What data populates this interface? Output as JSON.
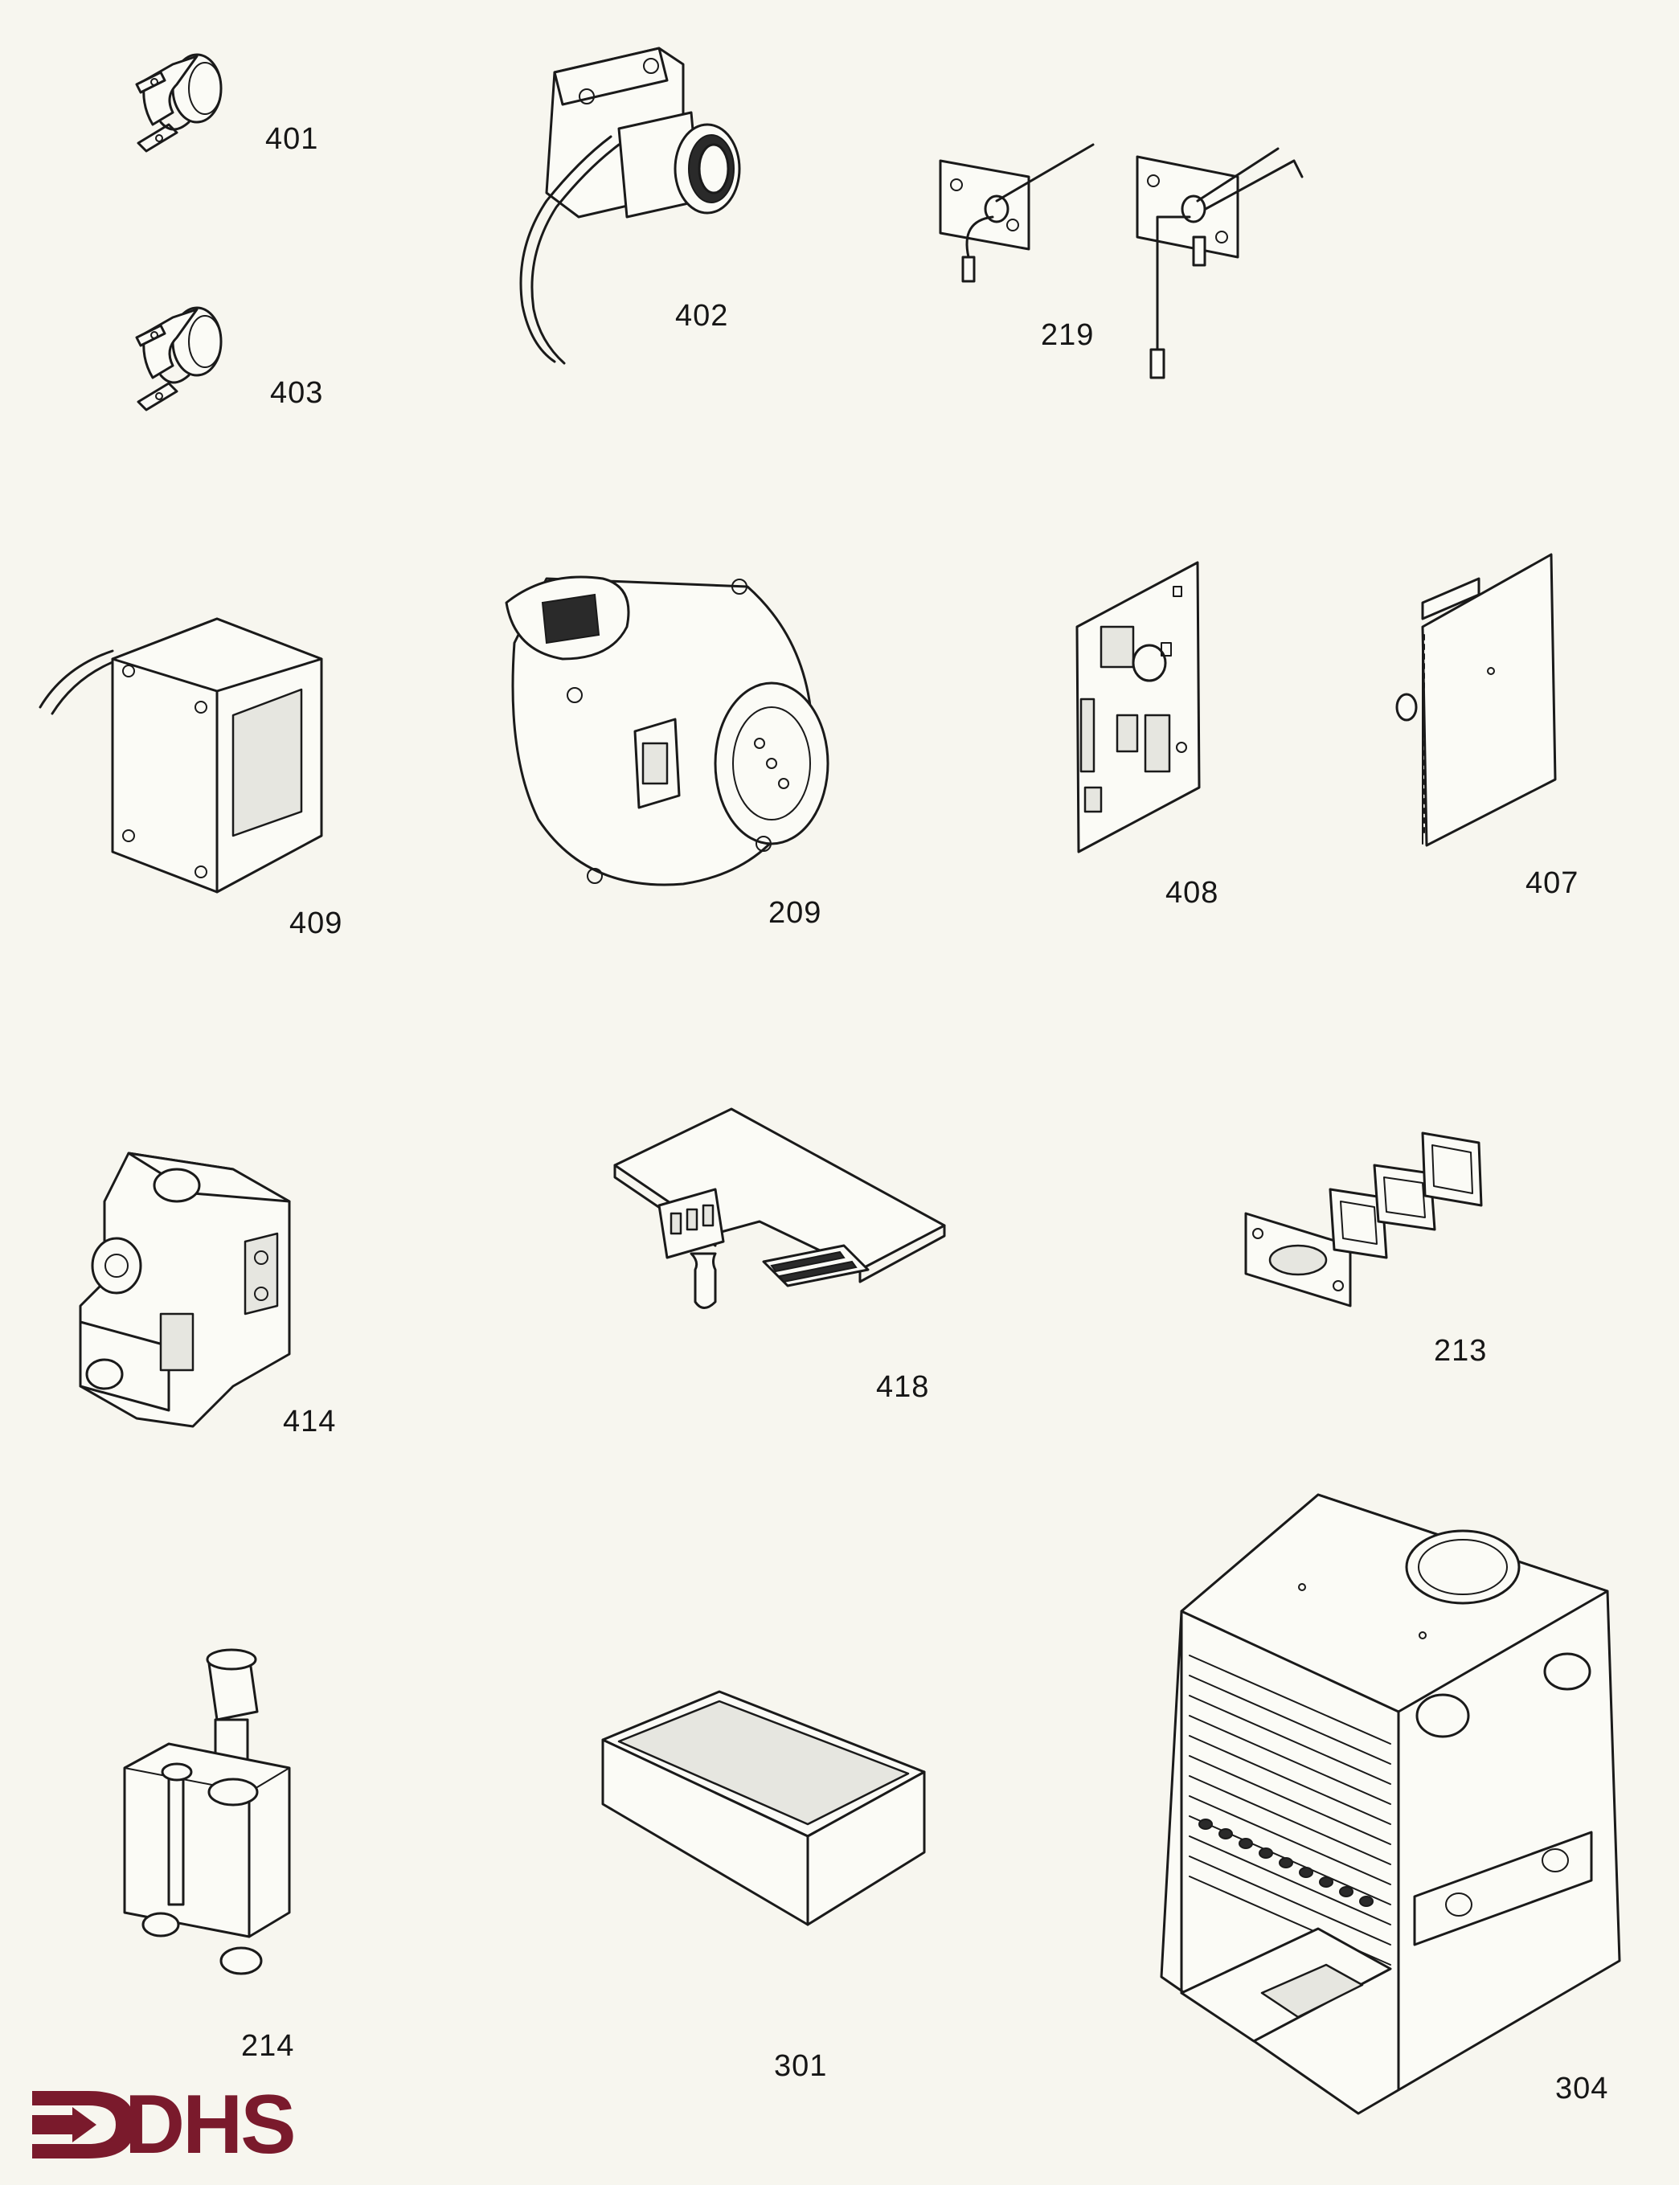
{
  "parts": [
    {
      "id": "thermostat-401",
      "label": "401"
    },
    {
      "id": "thermostat-403",
      "label": "403"
    },
    {
      "id": "sensor-402",
      "label": "402"
    },
    {
      "id": "electrodes-219",
      "label": "219"
    },
    {
      "id": "transformer-409",
      "label": "409"
    },
    {
      "id": "fan-209",
      "label": "209"
    },
    {
      "id": "pcb-408",
      "label": "408"
    },
    {
      "id": "pcb-407",
      "label": "407"
    },
    {
      "id": "gas-valve-414",
      "label": "414"
    },
    {
      "id": "control-board-418",
      "label": "418"
    },
    {
      "id": "gaskets-213",
      "label": "213"
    },
    {
      "id": "water-valve-214",
      "label": "214"
    },
    {
      "id": "filter-301",
      "label": "301"
    },
    {
      "id": "heat-exchanger-304",
      "label": "304"
    }
  ],
  "brand": {
    "logo_text": "DHS",
    "color": "#7a1a2c"
  },
  "colors": {
    "background": "#f7f6ef",
    "line": "#1a1a1a"
  }
}
